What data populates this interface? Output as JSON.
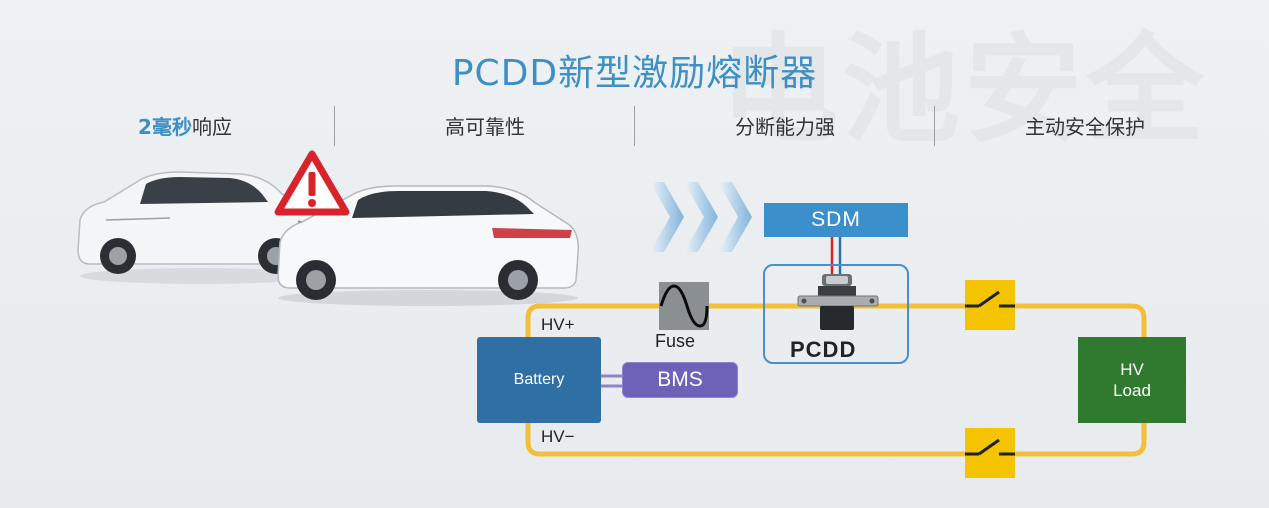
{
  "watermark": "电池安全",
  "title": "PCDD新型激励熔断器",
  "features": [
    {
      "highlight": "2毫秒",
      "text": "响应"
    },
    {
      "highlight": "",
      "text": "高可靠性"
    },
    {
      "highlight": "",
      "text": "分断能力强"
    },
    {
      "highlight": "",
      "text": "主动安全保护"
    }
  ],
  "diagram": {
    "battery": "Battery",
    "bms": "BMS",
    "sdm": "SDM",
    "fuse": "Fuse",
    "pcdd": "PCDD",
    "hv_plus": "HV+",
    "hv_minus": "HV−",
    "hv_load_line1": "HV",
    "hv_load_line2": "Load"
  },
  "colors": {
    "accent": "#3d8fc4",
    "wire": "#f2bf3a",
    "battery": "#2f6fa3",
    "bms": "#6d62b7",
    "sdm": "#3b8fcb",
    "hv_load": "#2f7a2f",
    "switch": "#f5c400",
    "warning": "#d8232a"
  },
  "icons": [
    "warning-triangle-icon",
    "chevron-arrows-icon",
    "sine-wave-icon",
    "switch-icon",
    "car-icon"
  ]
}
